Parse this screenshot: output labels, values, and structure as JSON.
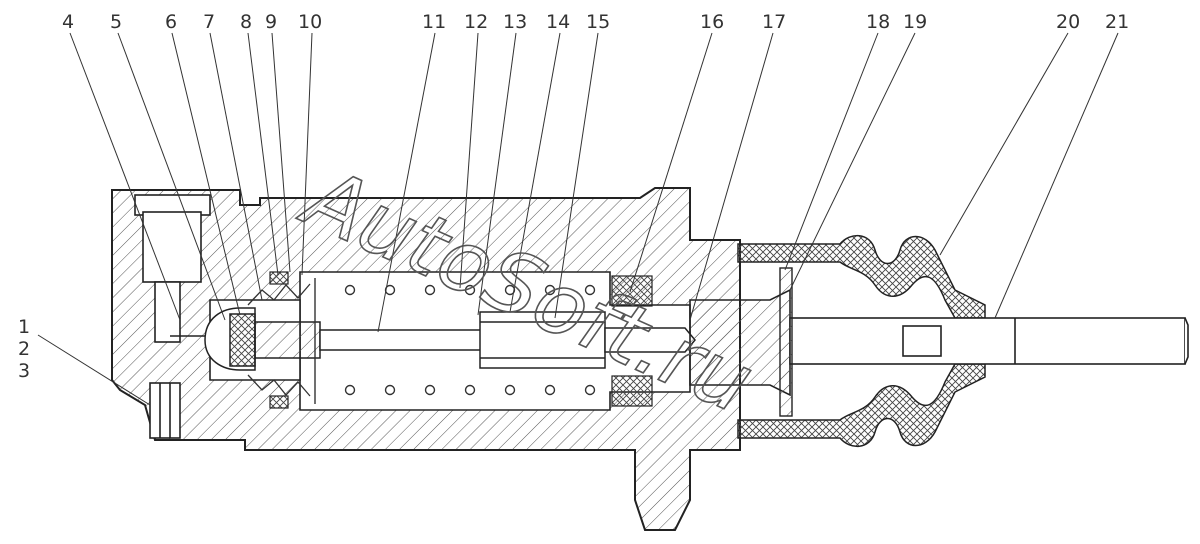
{
  "diagram": {
    "part_numbers": [
      "1",
      "2",
      "3",
      "4",
      "5",
      "6",
      "7",
      "8",
      "9",
      "10",
      "11",
      "12",
      "13",
      "14",
      "15",
      "16",
      "17",
      "18",
      "19",
      "20",
      "21"
    ],
    "watermark": "AutoSoft.ru",
    "colors": {
      "line": "#333333",
      "hatch": "#555555",
      "background": "#ffffff"
    }
  }
}
